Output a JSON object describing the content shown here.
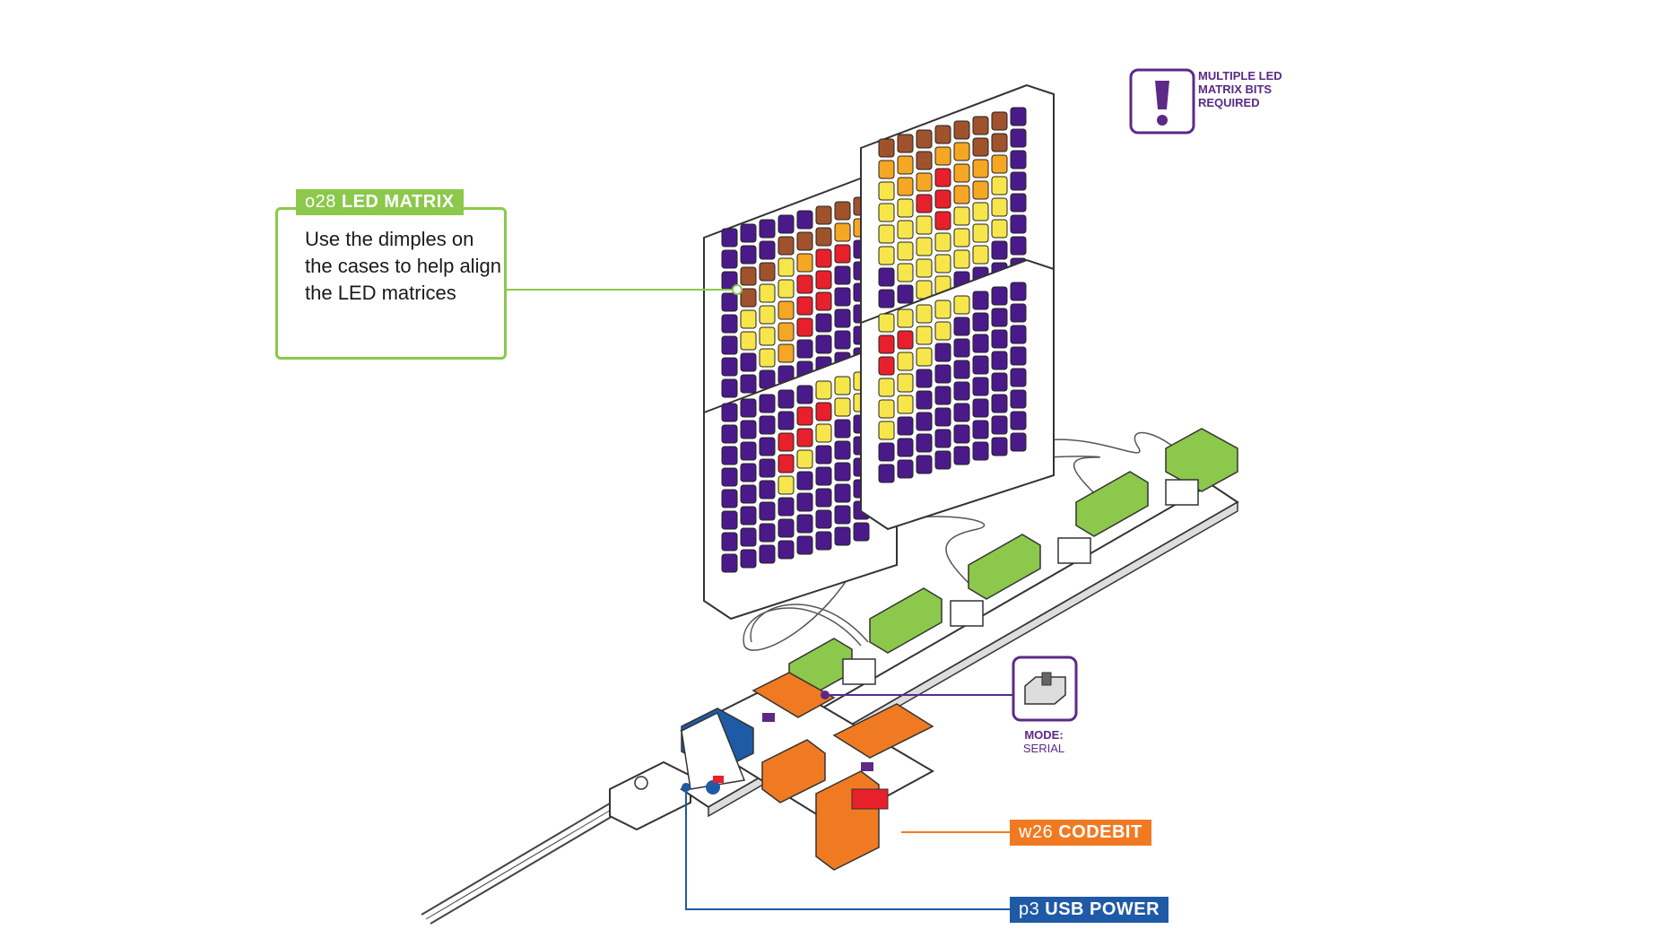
{
  "led_matrix": {
    "code": "o28",
    "name": "LED MATRIX",
    "description": "Use the dimples on the cases to help align the LED matrices"
  },
  "codebit": {
    "code": "w26",
    "name": "CODEBIT"
  },
  "usb_power": {
    "code": "p3",
    "name": "USB POWER"
  },
  "warning": {
    "text": "MULTIPLE LED\nMATRIX BITS\nREQUIRED",
    "icon": "exclamation-icon"
  },
  "mode": {
    "label": "MODE:",
    "value": "SERIAL"
  },
  "colors": {
    "green": "#8cc84b",
    "orange": "#f07a22",
    "blue": "#1f5aa6",
    "purple": "#5b2a86",
    "led_purple": "#4b1a8a",
    "led_red": "#e8202b",
    "led_yellow": "#f6e64b",
    "led_orange": "#f5a623",
    "led_brown": "#a0522d"
  }
}
